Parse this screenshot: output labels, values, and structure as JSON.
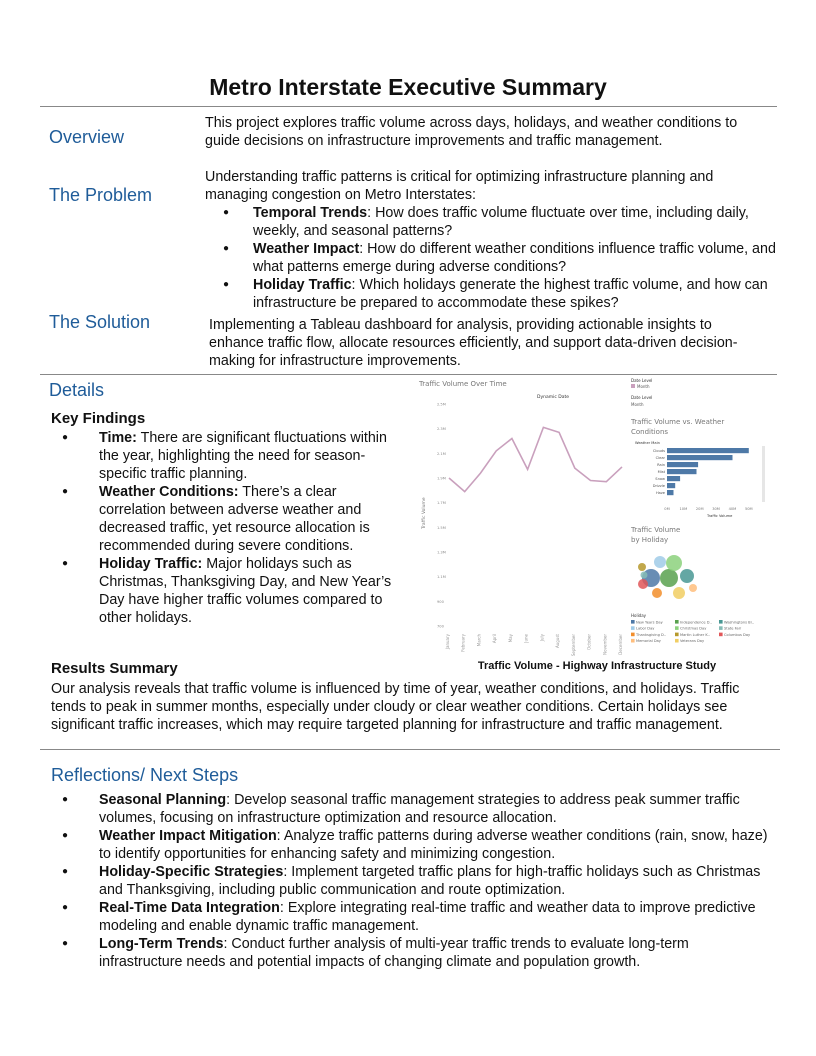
{
  "title": "Metro Interstate Executive Summary",
  "overview": {
    "label": "Overview",
    "text": "This project explores traffic volume across days, holidays, and weather conditions to guide decisions on infrastructure improvements and traffic management."
  },
  "problem": {
    "label": "The Problem",
    "intro": "Understanding traffic patterns is critical for optimizing infrastructure planning and managing congestion on Metro Interstates:",
    "bullets": [
      {
        "term": "Temporal Trends",
        "text": ": How does traffic volume fluctuate over time, including daily, weekly, and seasonal patterns?"
      },
      {
        "term": "Weather Impact",
        "text": ": How do different weather conditions influence traffic volume, and what patterns emerge during adverse conditions?"
      },
      {
        "term": "Holiday Traffic",
        "text": ": Which holidays generate the highest traffic volume, and how can infrastructure be prepared to accommodate these spikes?"
      }
    ]
  },
  "solution": {
    "label": "The Solution",
    "text": "Implementing a Tableau dashboard for analysis, providing actionable insights to enhance traffic flow, allocate resources efficiently, and support data-driven decision-making for infrastructure improvements."
  },
  "details": {
    "label": "Details",
    "key_findings_heading": "Key Findings",
    "findings": [
      {
        "term": "Time:",
        "text": " There are significant fluctuations within the year, highlighting the need for season-specific traffic planning."
      },
      {
        "term": "Weather Conditions:",
        "text": " There’s a clear correlation between adverse weather and decreased traffic, yet resource allocation is recommended during severe conditions."
      },
      {
        "term": "Holiday Traffic:",
        "text": " Major holidays such as Christmas, Thanksgiving Day, and New Year’s Day have higher traffic volumes compared to other holidays."
      }
    ],
    "results_heading": "Results Summary",
    "results_text": "Our analysis reveals that traffic volume is influenced by time of year, weather conditions, and holidays. Traffic tends to peak in summer months, especially under cloudy or clear weather conditions. Certain holidays see significant traffic increases, which may require targeted planning for infrastructure and traffic management."
  },
  "dashboard": {
    "caption": "Traffic Volume - Highway Infrastructure Study",
    "line_title": "Traffic Volume Over Time",
    "line_subtitle": "Dynamic Date",
    "y_axis_label": "Traffic Volume",
    "legend_title": "Date Level",
    "legend_item": "Month",
    "legend_title2": "Date Level",
    "legend_value2": "Month",
    "weather_title": "Traffic Volume vs. Weather Conditions",
    "weather_axis_title": "Traffic Volume",
    "weather_col_header": "Weather Main",
    "bubble_title": "Traffic Volume by Holiday",
    "holiday_legend_title": "Holiday",
    "line_color": "#c9a0bd",
    "bar_color": "#4e79a7"
  },
  "chart_data": [
    {
      "type": "line",
      "title": "Traffic Volume Over Time",
      "subtitle": "Dynamic Date",
      "ylabel": "Traffic Volume",
      "y_ticks": [
        "2.5M",
        "2.3M",
        "2.1M",
        "1.9M",
        "1.7M",
        "1.5M",
        "1.3M",
        "1.1M",
        "900",
        "700"
      ],
      "x": [
        "January",
        "February",
        "March",
        "April",
        "May",
        "June",
        "July",
        "August",
        "September",
        "October",
        "November",
        "December"
      ],
      "series": [
        {
          "values": [
            1.9,
            1.79,
            1.94,
            2.12,
            2.22,
            1.97,
            2.31,
            2.27,
            1.98,
            1.88,
            1.87,
            1.99
          ]
        }
      ]
    },
    {
      "type": "bar",
      "orientation": "horizontal",
      "title": "Traffic Volume vs. Weather Conditions",
      "xlabel": "Traffic Volume",
      "categories": [
        "Clouds",
        "Clear",
        "Rain",
        "Mist",
        "Snow",
        "Drizzle",
        "Haze"
      ],
      "values": [
        50,
        40,
        19,
        18,
        8,
        5,
        4
      ],
      "x_ticks": [
        "0M",
        "10M",
        "20M",
        "30M",
        "40M",
        "50M"
      ],
      "xlim": [
        0,
        55
      ]
    },
    {
      "type": "scatter",
      "title": "Traffic Volume by Holiday",
      "legend": [
        {
          "name": "New Years Day",
          "color": "#4e79a7"
        },
        {
          "name": "Independence D..",
          "color": "#59a14f"
        },
        {
          "name": "Washingtons Bi..",
          "color": "#499894"
        },
        {
          "name": "Labor Day",
          "color": "#a0cbe8"
        },
        {
          "name": "Christmas Day",
          "color": "#8cd17d"
        },
        {
          "name": "State Fair",
          "color": "#86bcb6"
        },
        {
          "name": "Thanksgiving D..",
          "color": "#f28e2b"
        },
        {
          "name": "Martin Luther K..",
          "color": "#b6992d"
        },
        {
          "name": "Columbus Day",
          "color": "#e15759"
        },
        {
          "name": "Memorial Day",
          "color": "#ffbe7d"
        },
        {
          "name": "Veterans Day",
          "color": "#f1ce63"
        }
      ]
    }
  ],
  "reflections": {
    "label": "Reflections/ Next Steps",
    "bullets": [
      {
        "term": "Seasonal Planning",
        "text": ": Develop seasonal traffic management strategies to address peak summer traffic volumes, focusing on infrastructure optimization and resource allocation."
      },
      {
        "term": "Weather Impact Mitigation",
        "text": ": Analyze traffic patterns during adverse weather conditions (rain, snow, haze) to identify opportunities for enhancing safety and minimizing congestion."
      },
      {
        "term": "Holiday-Specific Strategies",
        "text": ": Implement targeted traffic plans for high-traffic holidays such as Christmas and Thanksgiving, including public communication and route optimization."
      },
      {
        "term": "Real-Time Data Integration",
        "text": ": Explore integrating real-time traffic and weather data to improve predictive modeling and enable dynamic traffic management."
      },
      {
        "term": "Long-Term Trends",
        "text": ": Conduct further analysis of multi-year traffic trends to evaluate long-term infrastructure needs and potential impacts of changing climate and population growth."
      }
    ]
  }
}
